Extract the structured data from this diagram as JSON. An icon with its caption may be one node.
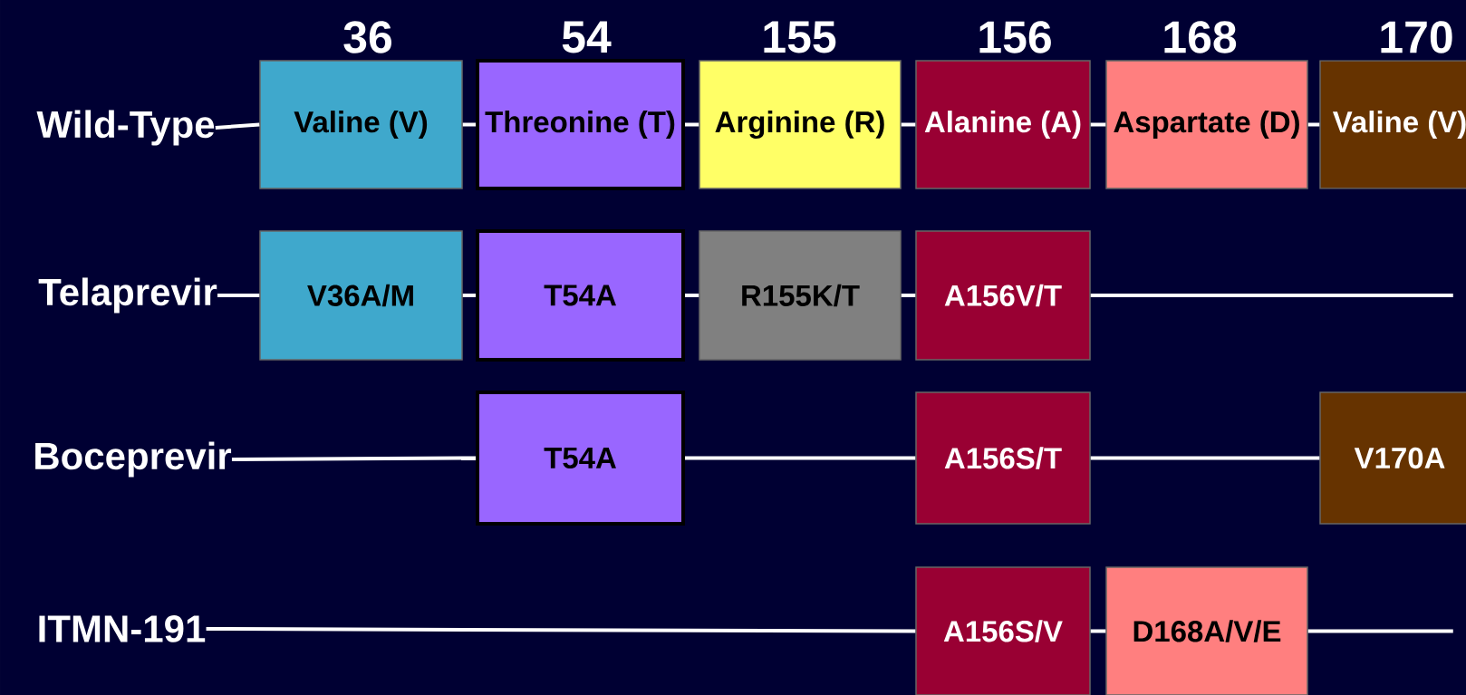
{
  "diagram": {
    "nodes": [
      {
        "text": [
          "Wild-Type"
        ]
      },
      {
        "text": [
          "Valine (V)"
        ]
      },
      {
        "text": [
          "Threonine (T)"
        ]
      },
      {
        "text": [
          "Arginine (R)"
        ]
      },
      {
        "text": [
          "Alanine (A)"
        ]
      },
      {
        "text": [
          "Aspartate (D)"
        ]
      },
      {
        "text": [
          "Valine (V)"
        ]
      },
      {
        "text": [
          "Telaprevir"
        ]
      },
      {
        "text": [
          "V36A/M"
        ]
      },
      {
        "text": [
          "T54A"
        ]
      },
      {
        "text": [
          "R155K/T"
        ]
      },
      {
        "text": [
          "A156V/T"
        ]
      },
      {
        "text": [
          "Boceprevir"
        ]
      },
      {
        "text": [
          "T54A"
        ]
      },
      {
        "text": [
          "A156S/T"
        ]
      },
      {
        "text": [
          "V170A"
        ]
      },
      {
        "text": [
          "ITMN-191"
        ]
      },
      {
        "text": [
          "A156S/V"
        ]
      },
      {
        "text": [
          "D168A/V/E"
        ]
      }
    ],
    "edges": [
      {
        "from": 0,
        "to": 1,
        "arrow": "none"
      },
      {
        "from": 1,
        "to": 2,
        "arrow": "none"
      },
      {
        "from": 2,
        "to": 3,
        "arrow": "none"
      },
      {
        "from": 3,
        "to": 4,
        "arrow": "none"
      },
      {
        "from": 4,
        "to": 5,
        "arrow": "none"
      },
      {
        "from": 5,
        "to": 6,
        "arrow": "none"
      },
      {
        "from": 7,
        "to": 8,
        "arrow": "none"
      },
      {
        "from": 8,
        "to": 9,
        "arrow": "none"
      },
      {
        "from": 9,
        "to": 10,
        "arrow": "none"
      },
      {
        "from": 10,
        "to": 11,
        "arrow": "none"
      },
      {
        "from": 11,
        "to": null,
        "arrow": "none"
      },
      {
        "from": 12,
        "to": 13,
        "arrow": "none"
      },
      {
        "from": 13,
        "to": 14,
        "arrow": "none"
      },
      {
        "from": 14,
        "to": 15,
        "arrow": "none"
      },
      {
        "from": 16,
        "to": 17,
        "arrow": "none"
      },
      {
        "from": 17,
        "to": 18,
        "arrow": "none"
      },
      {
        "from": 18,
        "to": null,
        "arrow": "none"
      }
    ],
    "labels": [
      "36",
      "54",
      "155",
      "156",
      "168",
      "170"
    ]
  }
}
